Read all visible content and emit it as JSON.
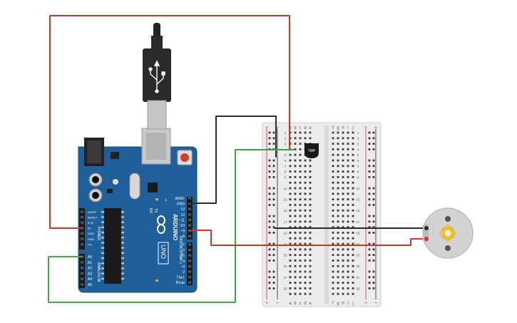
{
  "usb": {},
  "arduino": {
    "board_color": "#1f5f9a",
    "brand": "ARDUINO",
    "model": "UNO",
    "power_pins": [
      "IOREF",
      "RESET",
      "3.3V",
      "5V",
      "GND",
      "GND",
      "Vin"
    ],
    "analog_pins": [
      "A0",
      "A1",
      "A2",
      "A3",
      "A4",
      "A5"
    ],
    "power_label": "POWER",
    "analog_label": "ANALOG IN",
    "digital_top": [
      "AREF",
      "GND",
      "13",
      "12",
      "~11",
      "~10",
      "~9",
      "8"
    ],
    "digital_bottom": [
      "7",
      "~6",
      "~5",
      "4",
      "~3",
      "2",
      "TX▸1",
      "RX◂0"
    ],
    "digital_label": "DIGITAL (PWM~)",
    "tx_label": "TX",
    "rx_label": "RX",
    "l_label": "L"
  },
  "breadboard": {
    "columns_left": [
      "a",
      "b",
      "c",
      "d",
      "e"
    ],
    "columns_right": [
      "f",
      "g",
      "h",
      "i",
      "j"
    ],
    "rows": 30,
    "plus": "+",
    "minus": "−"
  },
  "sensor": {
    "label": "TMP"
  },
  "motor": {},
  "wire_colors": {
    "red": "#d0342c",
    "black": "#2a2a2a",
    "green": "#3aa846"
  }
}
